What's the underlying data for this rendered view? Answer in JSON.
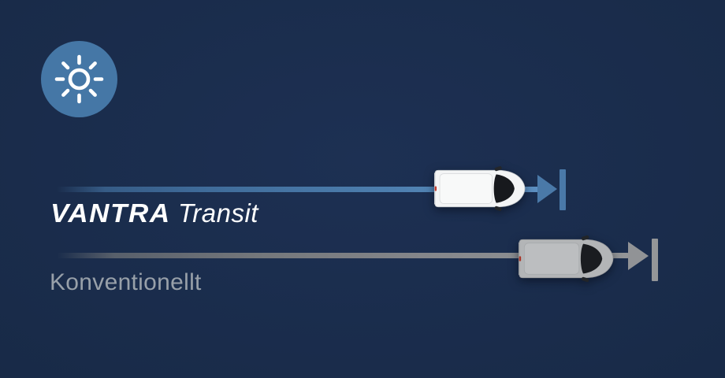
{
  "infographic": {
    "background_color": "#182a47",
    "badge": {
      "icon": "sun-icon",
      "circle_color": "#4577a6",
      "glyph_color": "#ffffff"
    },
    "rows": [
      {
        "id": "vantra-transit",
        "brand": "VANTRA",
        "model": "Transit",
        "vehicle_icon": "van-top-view-white-icon",
        "vehicle_color": "#f3f4f5",
        "track_color": "#4a79a8",
        "arrow_icon": "right-arrow-icon",
        "finish_icon": "finish-line-bar",
        "label_color": "#ffffff"
      },
      {
        "id": "konventionellt",
        "label": "Konventionellt",
        "vehicle_icon": "van-top-view-gray-icon",
        "vehicle_color": "#b3b5b7",
        "track_color": "#919396",
        "arrow_icon": "right-arrow-icon",
        "finish_icon": "finish-line-bar",
        "label_color": "#98a0a9"
      }
    ]
  }
}
